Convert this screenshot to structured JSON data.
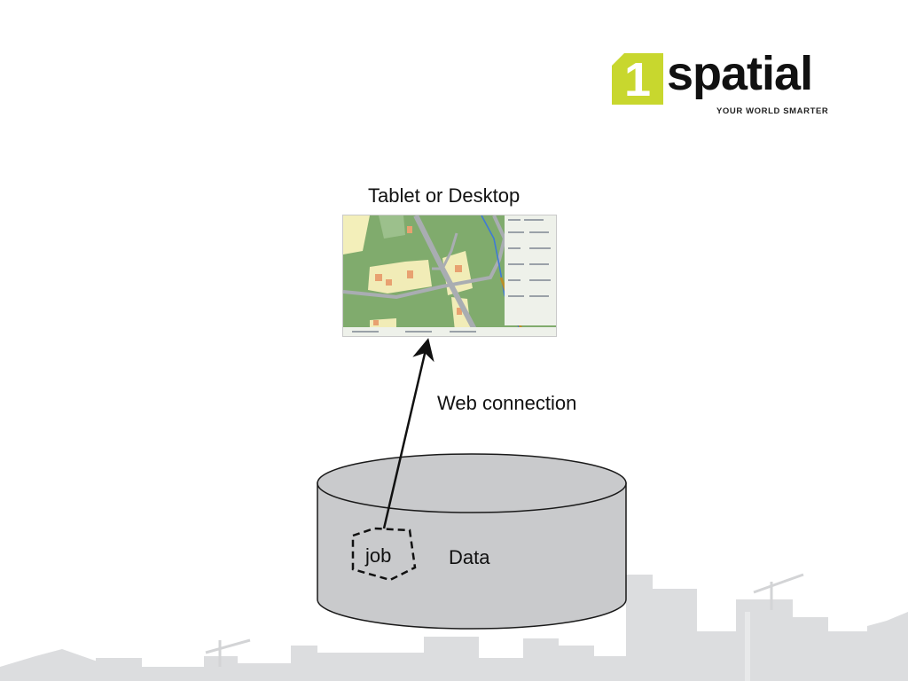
{
  "logo": {
    "badge_digit": "1",
    "wordmark": "spatial",
    "tagline": "YOUR WORLD SMARTER",
    "colors": {
      "badge": "#c8d72e",
      "text": "#111111"
    }
  },
  "device": {
    "label": "Tablet or Desktop",
    "thumbnail_icon": "map-screenshot"
  },
  "connection": {
    "label": "Web connection"
  },
  "database": {
    "label": "Data",
    "job_label": "job",
    "colors": {
      "fill": "#c9cacc",
      "stroke": "#1a1a1a"
    }
  },
  "background": {
    "skyline_color": "#d9dadc"
  }
}
